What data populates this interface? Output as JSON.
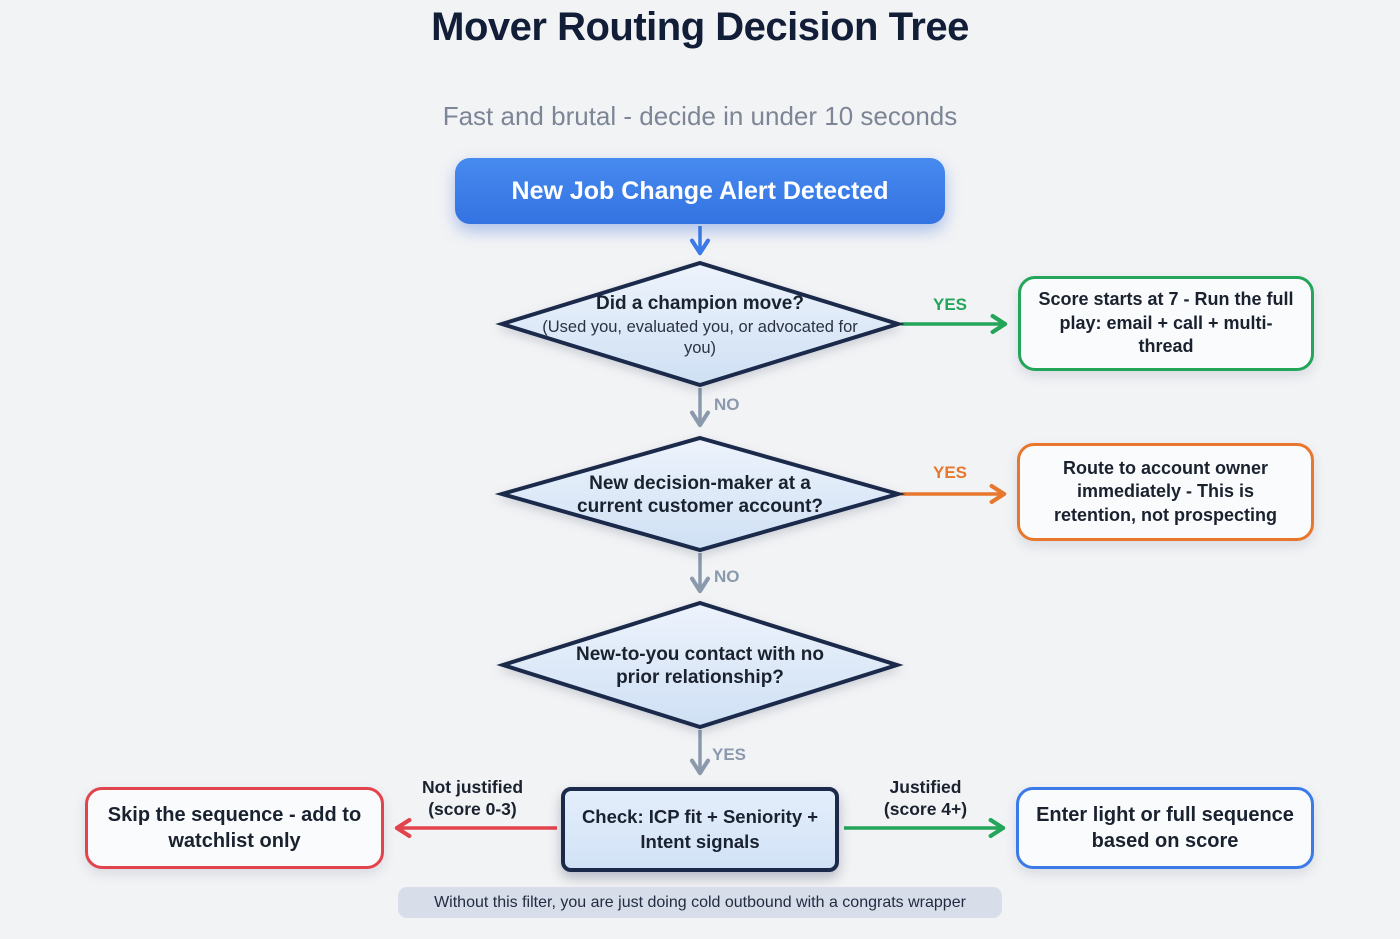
{
  "page": {
    "title": "Mover Routing Decision Tree",
    "subtitle": "Fast and brutal - decide in under 10 seconds"
  },
  "start_node": {
    "label": "New Job Change Alert Detected"
  },
  "decision1": {
    "question": "Did a champion move?",
    "note": "(Used you, evaluated you, or advocated for you)",
    "yes_label": "YES",
    "no_label": "NO"
  },
  "outcome_champion": {
    "text": "Score starts at 7 - Run the full play: email + call + multi-thread"
  },
  "decision2": {
    "question": "New decision-maker at a current customer account?",
    "yes_label": "YES",
    "no_label": "NO"
  },
  "outcome_customer": {
    "text": "Route to account owner immediately - This is retention, not prospecting"
  },
  "decision3": {
    "question": "New-to-you contact with no prior relationship?",
    "yes_label": "YES"
  },
  "check_node": {
    "label": "Check: ICP fit + Seniority + Intent signals"
  },
  "branch_left": {
    "label": "Not justified",
    "sub": "(score 0-3)"
  },
  "outcome_skip": {
    "text": "Skip the sequence - add to watchlist only"
  },
  "branch_right": {
    "label": "Justified",
    "sub": "(score 4+)"
  },
  "outcome_sequence": {
    "text": "Enter light or full sequence based on score"
  },
  "footnote": {
    "text": "Without this filter, you are just doing cold outbound with a congrats wrapper"
  },
  "colors": {
    "accent_blue": "#3b7ae8",
    "green": "#23a55a",
    "orange": "#e8772e",
    "red": "#e2444d",
    "gray_arrow": "#8b99ad",
    "navy": "#1b2a4a",
    "title_navy": "#121d38",
    "subtitle_gray": "#7d8696",
    "text_dark": "#1a2230",
    "bg": "#f2f3f5",
    "footnote_bg": "#d7dee9"
  }
}
